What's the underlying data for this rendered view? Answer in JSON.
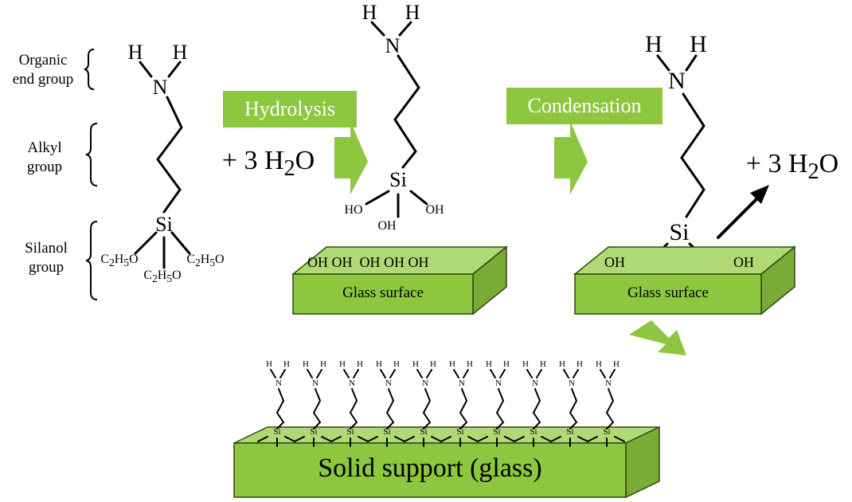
{
  "labels": {
    "organic": "Organic",
    "end_group": "end group",
    "alkyl": "Alkyl",
    "group1": "group",
    "silanol": "Silanol",
    "group2": "group"
  },
  "atoms": {
    "H": "H",
    "N": "N",
    "Si": "Si",
    "OH": "OH",
    "HO": "HO",
    "ethoxy": "C2H5O"
  },
  "reaction": {
    "plus_water": "+ 3 H2O",
    "hydrolysis": "Hydrolysis",
    "condensation": "Condensation"
  },
  "surfaces": {
    "glass_surface": "Glass surface",
    "solid_support": "Solid support (glass)",
    "oh_row": "OH OH  OH OH OH"
  },
  "colors": {
    "green": "#8dc63f",
    "green_top": "#b0d975",
    "green_side": "#7aab36",
    "ink": "#000000"
  }
}
